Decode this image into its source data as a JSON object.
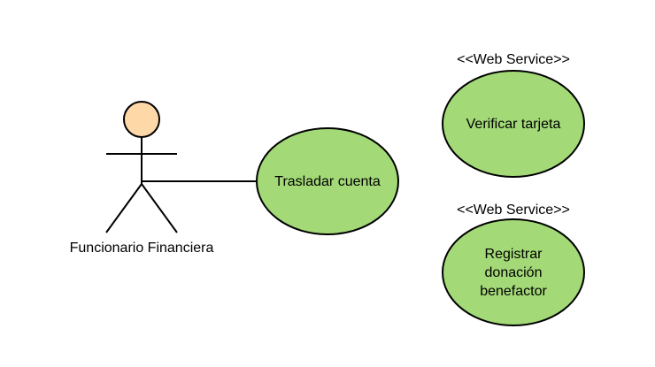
{
  "diagram": {
    "type": "use-case",
    "actor": {
      "name": "Funcionario Financiera",
      "head_color": "#ffd8a8"
    },
    "use_case_fill": "#a3d977",
    "use_cases": [
      {
        "id": "trasladar",
        "label": "Trasladar cuenta",
        "stereotype": ""
      },
      {
        "id": "verificar",
        "label": "Verificar tarjeta",
        "stereotype": "<<Web Service>>"
      },
      {
        "id": "registrar",
        "label": "Registrar donación benefactor",
        "stereotype": "<<Web Service>>"
      }
    ],
    "associations": [
      {
        "from": "actor",
        "to": "trasladar"
      }
    ]
  }
}
